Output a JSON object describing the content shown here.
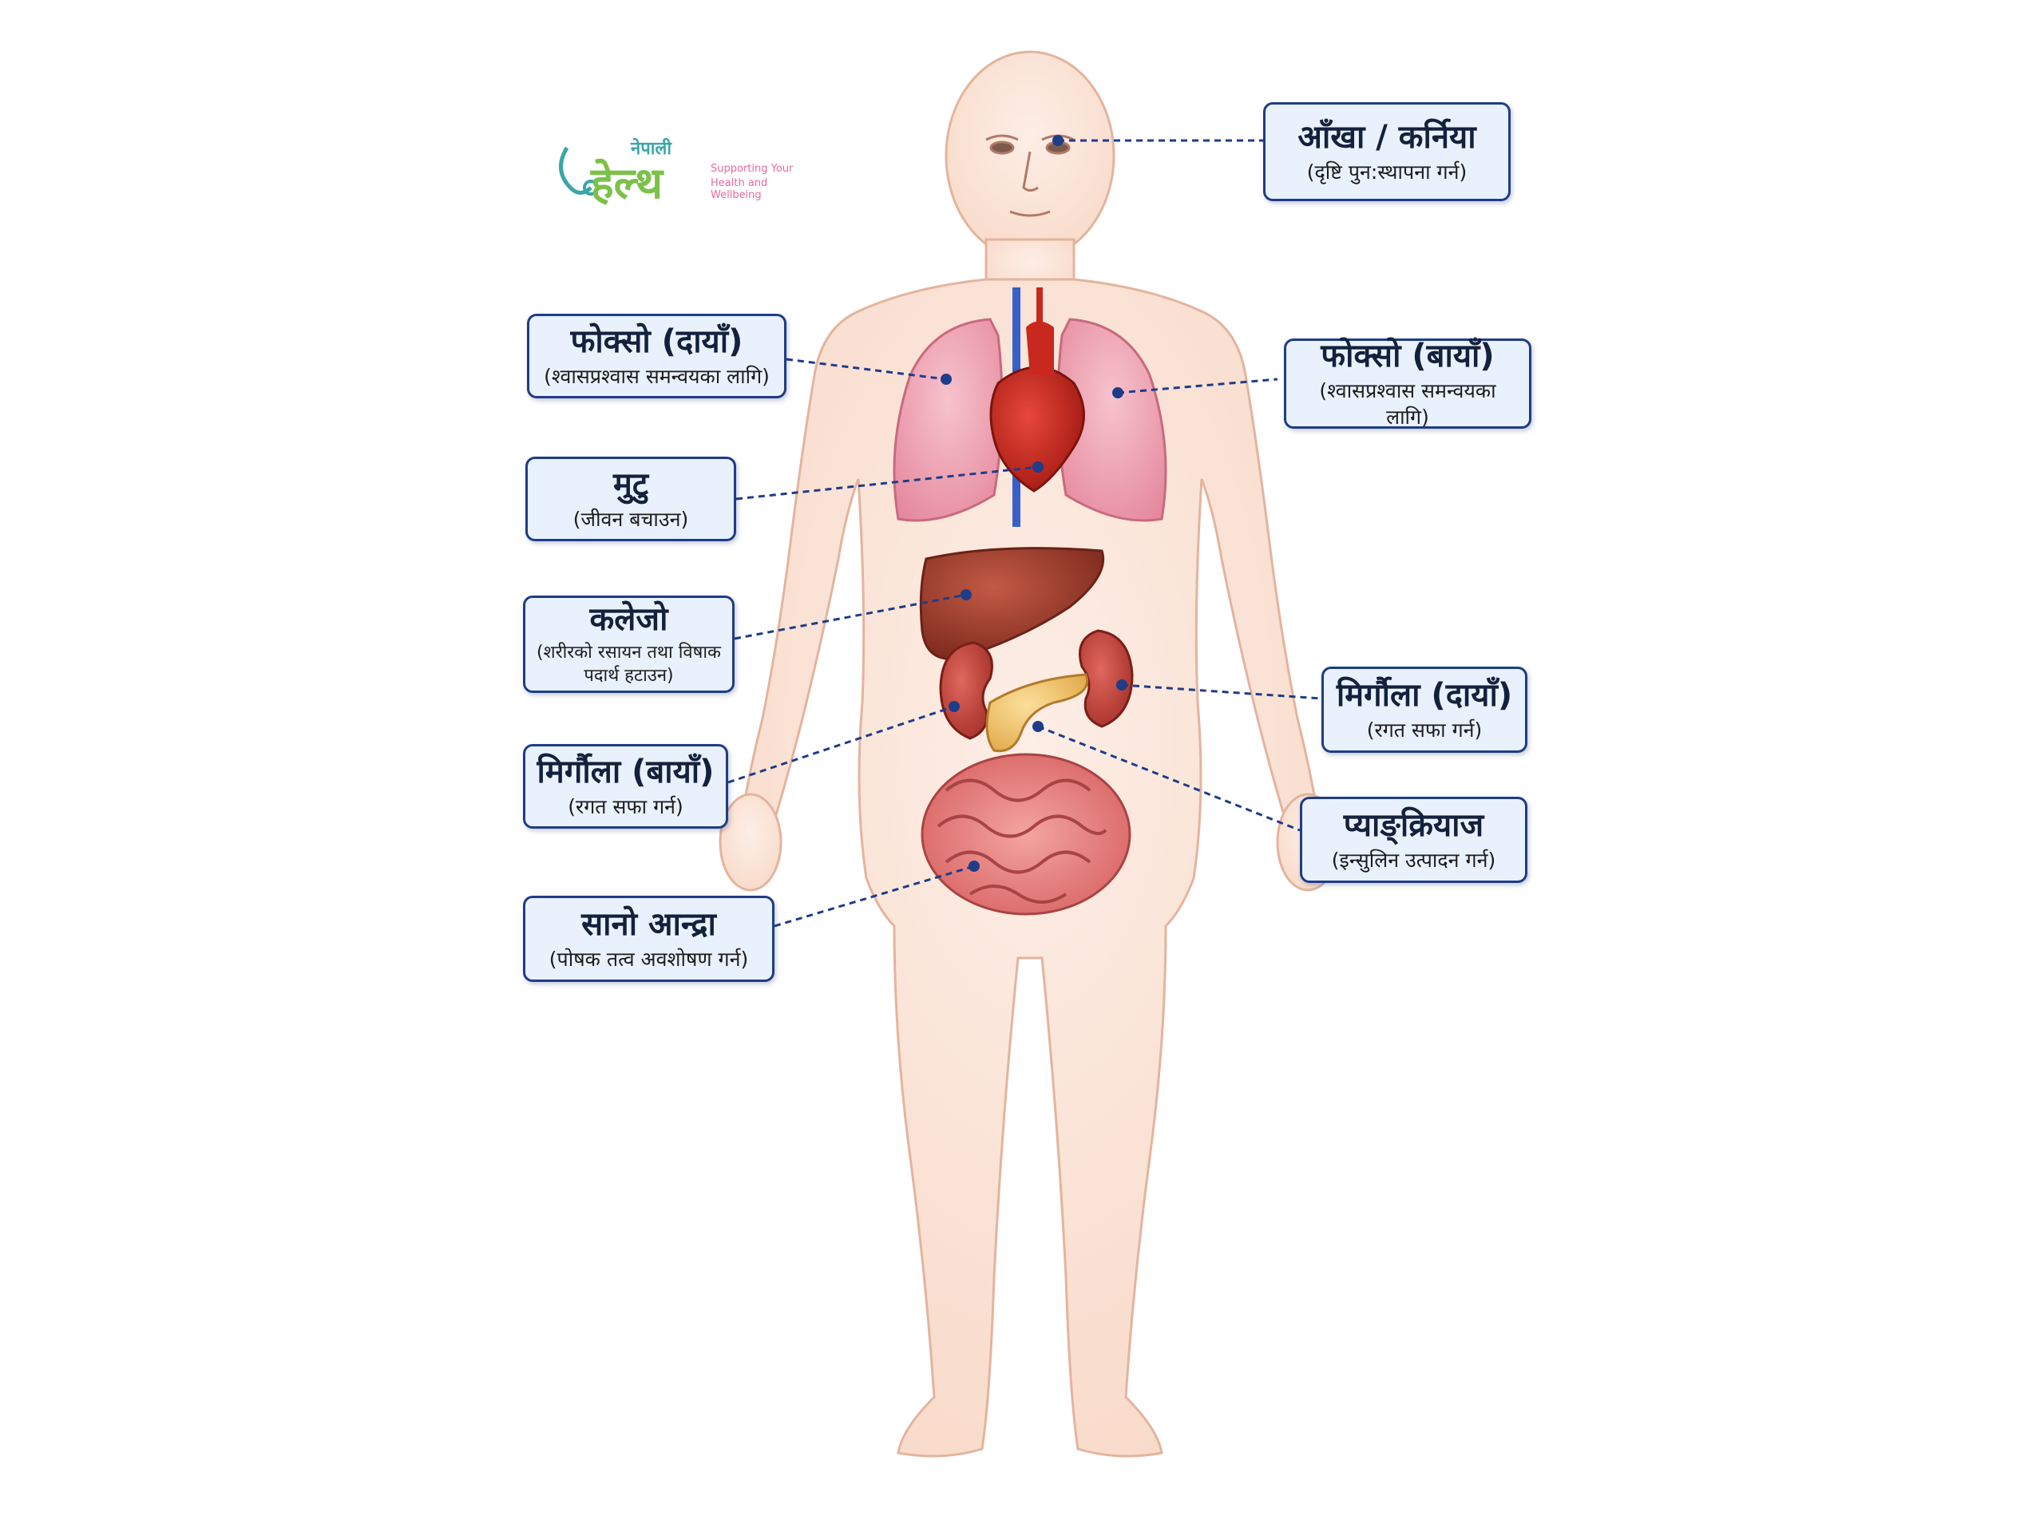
{
  "brand": {
    "small_word": "नेपाली",
    "main_word": "हेल्थ",
    "tagline_line1": "Supporting Your",
    "tagline_line2": "Health and Wellbeing",
    "colors": {
      "green": "#7cc14a",
      "pink": "#e86aa0",
      "teal": "#3aa6a8"
    }
  },
  "labels": {
    "eye": {
      "title": "आँखा / कर्निया",
      "subtitle": "(दृष्टि पुन:स्थापना गर्न)"
    },
    "lung_right": {
      "title": "फोक्सो (दायाँ)",
      "subtitle": "(श्वासप्रश्वास समन्वयका लागि)"
    },
    "lung_left": {
      "title": "फोक्सो (बायाँ)",
      "subtitle": "(श्वासप्रश्वास समन्वयका लागि)"
    },
    "heart": {
      "title": "मुटु",
      "subtitle": "(जीवन बचाउन)"
    },
    "liver": {
      "title": "कलेजो",
      "subtitle_line1": "(शरीरको रसायन तथा विषाक",
      "subtitle_line2": "पदार्थ हटाउन)"
    },
    "kidney_right": {
      "title": "मिर्गौला (दायाँ)",
      "subtitle": "(रगत सफा गर्न)"
    },
    "kidney_left": {
      "title": "मिर्गौला (बायाँ)",
      "subtitle": "(रगत सफा गर्न)"
    },
    "pancreas": {
      "title": "प्याङ्क्रियाज",
      "subtitle": "(इन्सुलिन उत्पादन गर्न)"
    },
    "small_intestine": {
      "title": "सानो आन्द्रा",
      "subtitle": "(पोषक तत्व अवशोषण गर्न)"
    }
  },
  "colors": {
    "label_border": "#1f3c88",
    "label_fill": "#e9f1fd",
    "leader_line": "#1f3c88",
    "skin": "#fbe3d6",
    "skin_outline": "#e3b49e",
    "lung": "#f0a6b6",
    "heart": "#c8281e",
    "liver": "#a5402f",
    "kidney": "#c8463e",
    "pancreas": "#f2c46a",
    "intestine": "#e27a7a"
  }
}
